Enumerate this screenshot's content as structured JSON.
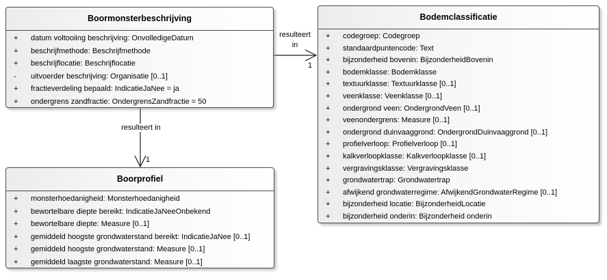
{
  "diagram_type": "UML class diagram",
  "colors": {
    "background": "#ffffff",
    "box_border": "#4b4b4b",
    "box_fill_left": "#ececec",
    "box_fill_right": "#ffffff",
    "connector": "#1a1a1a",
    "text": "#000000"
  },
  "classes": [
    {
      "name": "Boormonsterbeschrijving",
      "attributes": [
        {
          "vis": "+",
          "text": "datum voltooiing beschrijving: OnvolledigeDatum"
        },
        {
          "vis": "+",
          "text": "beschrijfmethode: Beschrijfmethode"
        },
        {
          "vis": "+",
          "text": "beschrijflocatie: Beschrijflocatie"
        },
        {
          "vis": "-",
          "text": "uitvoerder beschrijving: Organisatie [0..1]"
        },
        {
          "vis": "+",
          "text": "fractieverdeling bepaald: IndicatieJaNee = ja"
        },
        {
          "vis": "+",
          "text": "ondergrens zandfractie: OndergrensZandfractie = 50"
        }
      ]
    },
    {
      "name": "Bodemclassificatie",
      "attributes": [
        {
          "vis": "+",
          "text": "codegroep: Codegroep"
        },
        {
          "vis": "+",
          "text": "standaardpuntencode: Text"
        },
        {
          "vis": "+",
          "text": "bijzonderheid bovenin: BijzonderheidBovenin"
        },
        {
          "vis": "+",
          "text": "bodemklasse: Bodemklasse"
        },
        {
          "vis": "+",
          "text": "textuurklasse: Textuurklasse [0..1]"
        },
        {
          "vis": "+",
          "text": "veenklasse: Veenklasse [0..1]"
        },
        {
          "vis": "+",
          "text": "ondergrond veen: OndergrondVeen [0..1]"
        },
        {
          "vis": "+",
          "text": "veenondergrens: Measure [0..1]"
        },
        {
          "vis": "+",
          "text": "ondergrond duinvaaggrond: OndergrondDuinvaaggrond [0..1]"
        },
        {
          "vis": "+",
          "text": "profielverloop: Profielverloop [0..1]"
        },
        {
          "vis": "+",
          "text": "kalkverloopklasse: Kalkverloopklasse [0..1]"
        },
        {
          "vis": "+",
          "text": "vergravingsklasse: Vergravingsklasse"
        },
        {
          "vis": "+",
          "text": "grondwatertrap: Grondwatertrap"
        },
        {
          "vis": "+",
          "text": "afwijkend grondwaterregime: AfwijkendGrondwaterRegime [0..1]"
        },
        {
          "vis": "+",
          "text": "bijzonderheid locatie: BijzonderheidLocatie"
        },
        {
          "vis": "+",
          "text": "bijzonderheid onderin: Bijzonderheid onderin"
        }
      ]
    },
    {
      "name": "Boorprofiel",
      "attributes": [
        {
          "vis": "+",
          "text": "monsterhoedanigheid: Monsterhoedanigheid"
        },
        {
          "vis": "+",
          "text": "bewortelbare diepte bereikt: IndicatieJaNeeOnbekend"
        },
        {
          "vis": "+",
          "text": "bewortelbare diepte: Measure [0..1]"
        },
        {
          "vis": "+",
          "text": "gemiddeld hoogste grondwaterstand bereikt: IndicatieJaNee [0..1]"
        },
        {
          "vis": "+",
          "text": "gemiddeld hoogste grondwaterstand: Measure [0..1]"
        },
        {
          "vis": "+",
          "text": "gemiddeld laagste grondwaterstand: Measure [0..1]"
        }
      ]
    }
  ],
  "connectors": [
    {
      "label_line1": "resulteert",
      "label_line2": "in",
      "multiplicity": "1"
    },
    {
      "label": "resulteert in",
      "multiplicity": "1"
    }
  ]
}
